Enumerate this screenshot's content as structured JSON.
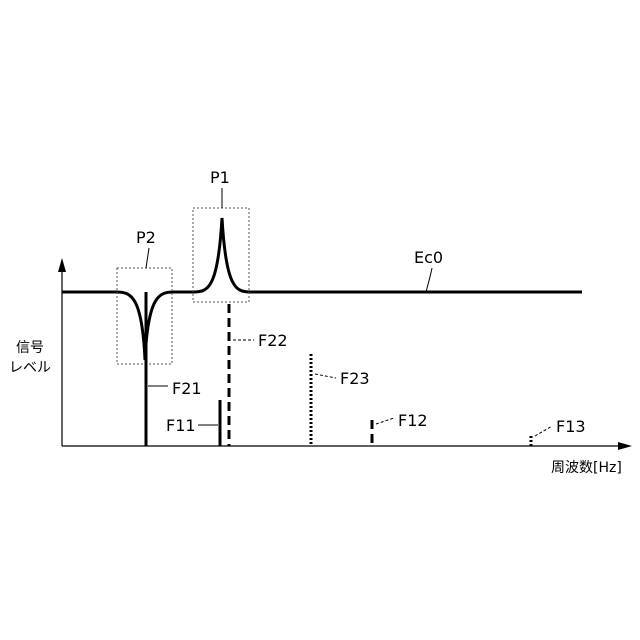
{
  "labels": {
    "p1": "P1",
    "p2": "P2",
    "ec0": "Ec0",
    "f21": "F21",
    "f22": "F22",
    "f23": "F23",
    "f11": "F11",
    "f12": "F12",
    "f13": "F13",
    "y_axis_line1": "信号",
    "y_axis_line2": "レベル",
    "x_axis": "周波数[Hz]"
  },
  "colors": {
    "ink": "#000000",
    "box_stroke": "#555555",
    "background": "#ffffff"
  }
}
